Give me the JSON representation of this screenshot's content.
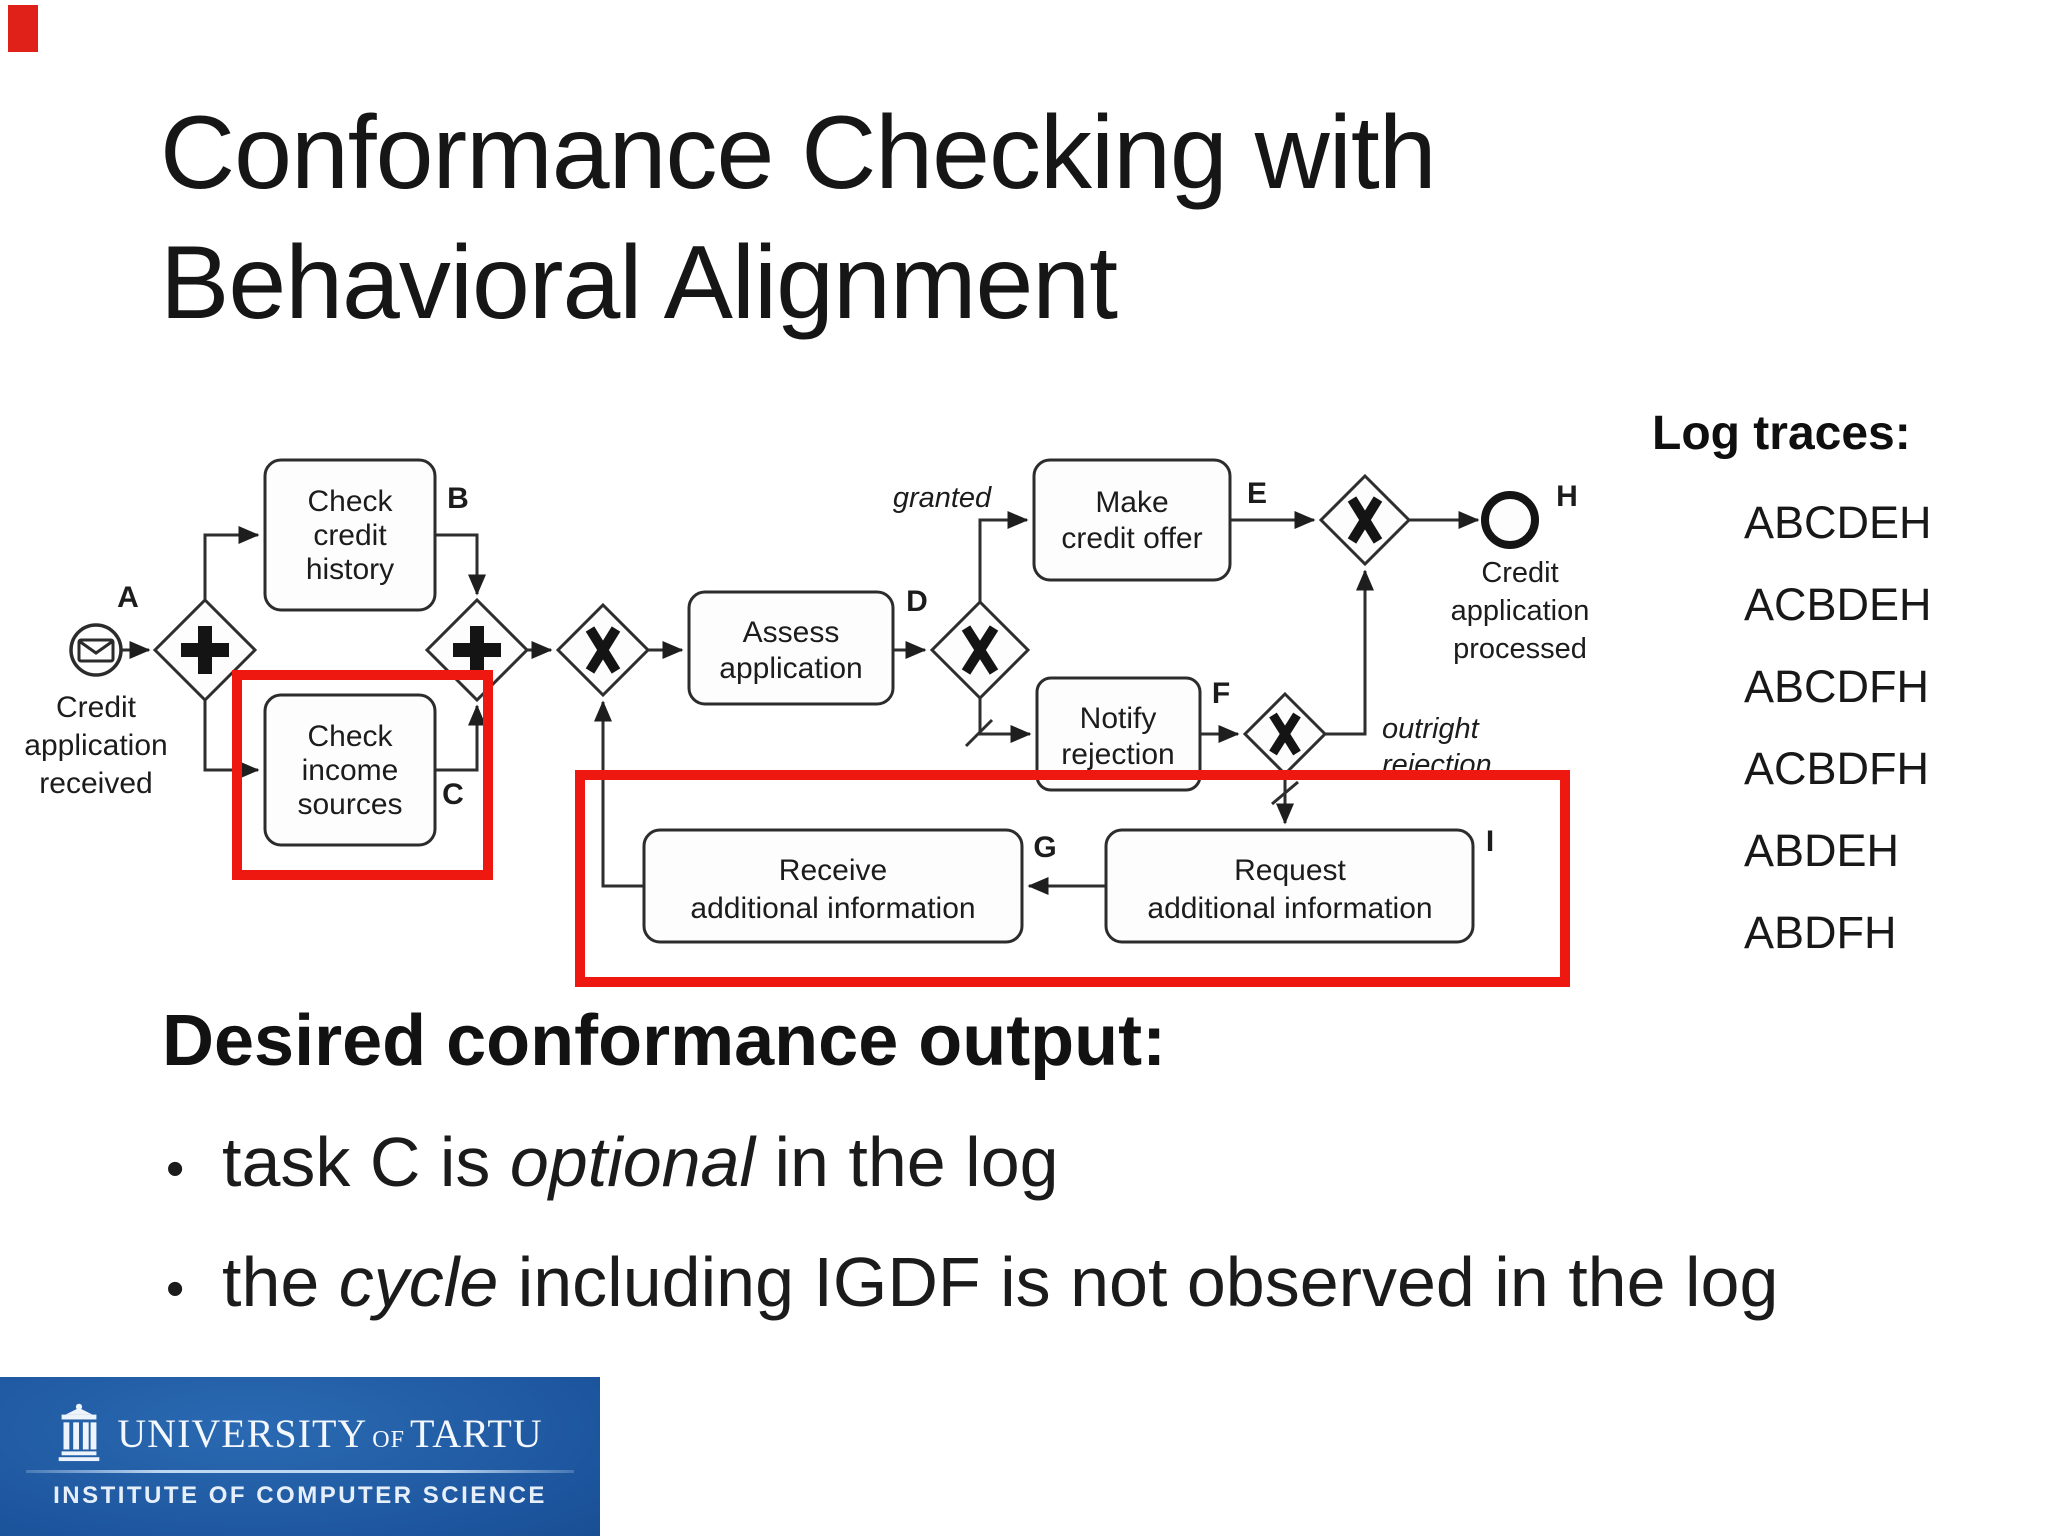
{
  "slide": {
    "title_line1": "Conformance Checking with",
    "title_line2": "Behavioral Alignment"
  },
  "log_traces": {
    "heading": "Log traces:",
    "traces": [
      "ABCDEH",
      "ACBDEH",
      "ABCDFH",
      "ACBDFH",
      "ABDEH",
      "ABDFH"
    ]
  },
  "conformance": {
    "heading": "Desired conformance output:",
    "bullet_char": "•",
    "bullets": [
      {
        "pre": "task C is ",
        "italic": "optional",
        "post": " in the log"
      },
      {
        "pre": "the ",
        "italic": "cycle",
        "post": " including IGDF is not observed in the log"
      }
    ]
  },
  "diagram": {
    "start_event": {
      "tag": "A",
      "label_lines": [
        "Credit",
        "application",
        "received"
      ]
    },
    "end_event": {
      "tag": "H",
      "label_lines": [
        "Credit",
        "application",
        "processed"
      ]
    },
    "tasks": {
      "check_credit_history": {
        "tag": "B",
        "lines": [
          "Check",
          "credit",
          "history"
        ]
      },
      "check_income_sources": {
        "tag": "C",
        "lines": [
          "Check",
          "income",
          "sources"
        ]
      },
      "assess_application": {
        "tag": "D",
        "lines": [
          "Assess",
          "application"
        ]
      },
      "make_credit_offer": {
        "tag": "E",
        "lines": [
          "Make",
          "credit offer"
        ]
      },
      "notify_rejection": {
        "tag": "F",
        "lines": [
          "Notify",
          "rejection"
        ]
      },
      "receive_additional_information": {
        "tag": "G",
        "lines": [
          "Receive",
          "additional information"
        ]
      },
      "request_additional_information": {
        "tag": "I",
        "lines": [
          "Request",
          "additional information"
        ]
      }
    },
    "edge_labels": {
      "granted": "granted",
      "outright_line1": "outright",
      "outright_line2": "rejection"
    },
    "colors": {
      "highlight_red": "#ee1810",
      "tag_red": "#b3282a",
      "flow_line": "#2e2e2e"
    }
  },
  "logo": {
    "name_part1": "UNIVERSITY",
    "name_of": "OF",
    "name_part2": "TARTU",
    "subtitle": "INSTITUTE OF COMPUTER SCIENCE"
  }
}
